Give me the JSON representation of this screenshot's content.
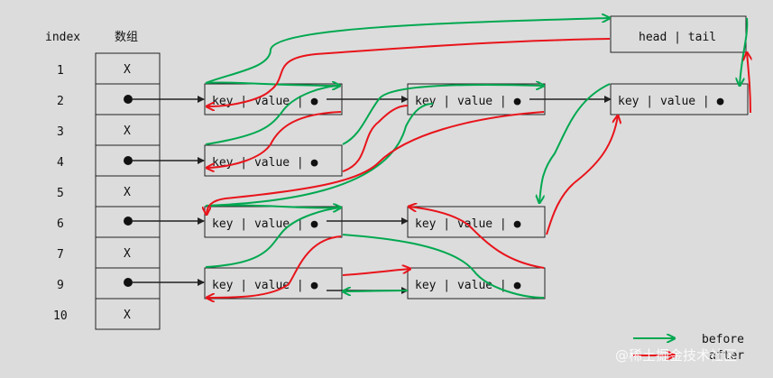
{
  "header": {
    "index_label": "index",
    "bucket_label": "数组"
  },
  "buckets": [
    {
      "index": "1",
      "content": "X"
    },
    {
      "index": "2",
      "content": "●"
    },
    {
      "index": "3",
      "content": "X"
    },
    {
      "index": "4",
      "content": "●"
    },
    {
      "index": "5",
      "content": "X"
    },
    {
      "index": "6",
      "content": "●"
    },
    {
      "index": "7",
      "content": "X"
    },
    {
      "index": "9",
      "content": "●"
    },
    {
      "index": "10",
      "content": "X"
    }
  ],
  "node_text": "key | value | ●",
  "head_tail_text": "head | tail",
  "legend": {
    "before": "before",
    "after": "after"
  },
  "watermark": "@稀土掘金技术社区",
  "colors": {
    "before": "#00a850",
    "after": "#e8141b",
    "pointer": "#222222",
    "background": "#dcdcdc"
  }
}
